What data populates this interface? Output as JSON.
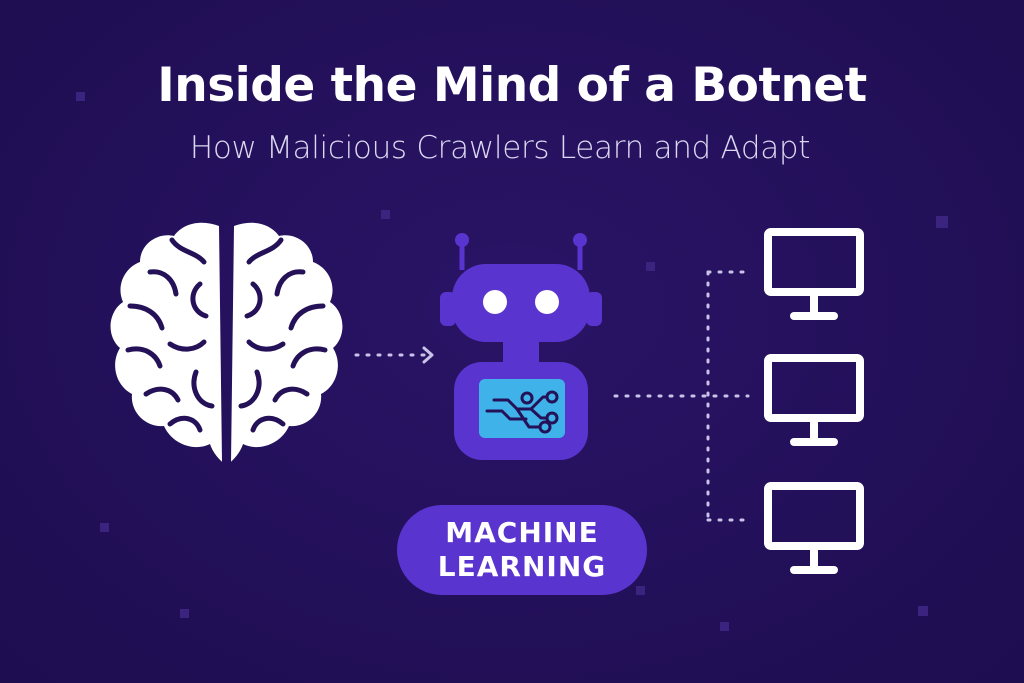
{
  "title": "Inside the Mind of a Botnet",
  "subtitle": "How Malicious Crawlers Learn and Adapt",
  "badge": {
    "line1": "MACHINE",
    "line2": "LEARNING"
  },
  "icons": {
    "brain": "brain-icon",
    "robot": "robot-icon",
    "circuit": "circuit-icon",
    "monitor": "monitor-icon"
  },
  "colors": {
    "background": "#241158",
    "robot_body": "#5a34cf",
    "robot_screen": "#3fb2ea",
    "badge": "#5a34cf",
    "foreground": "#ffffff"
  }
}
